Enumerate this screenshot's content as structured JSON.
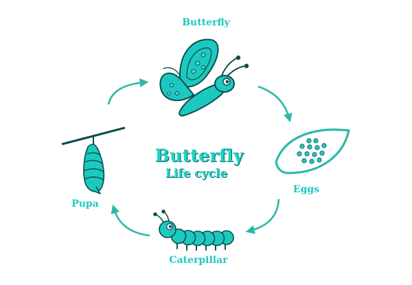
{
  "title": {
    "main": "Butterfly",
    "sub": "Life cycle"
  },
  "stages": {
    "butterfly": "Butterfly",
    "eggs": "Eggs",
    "caterpillar": "Caterpillar",
    "pupa": "Pupa"
  },
  "colors": {
    "primary": "#1cc9c0",
    "light": "#4fe0d8",
    "dark": "#0b4e4b",
    "arrow": "#2fb8a8"
  },
  "icons": [
    "butterfly-icon",
    "eggs-on-leaf-icon",
    "caterpillar-icon",
    "pupa-icon",
    "cycle-arrow-icon"
  ]
}
